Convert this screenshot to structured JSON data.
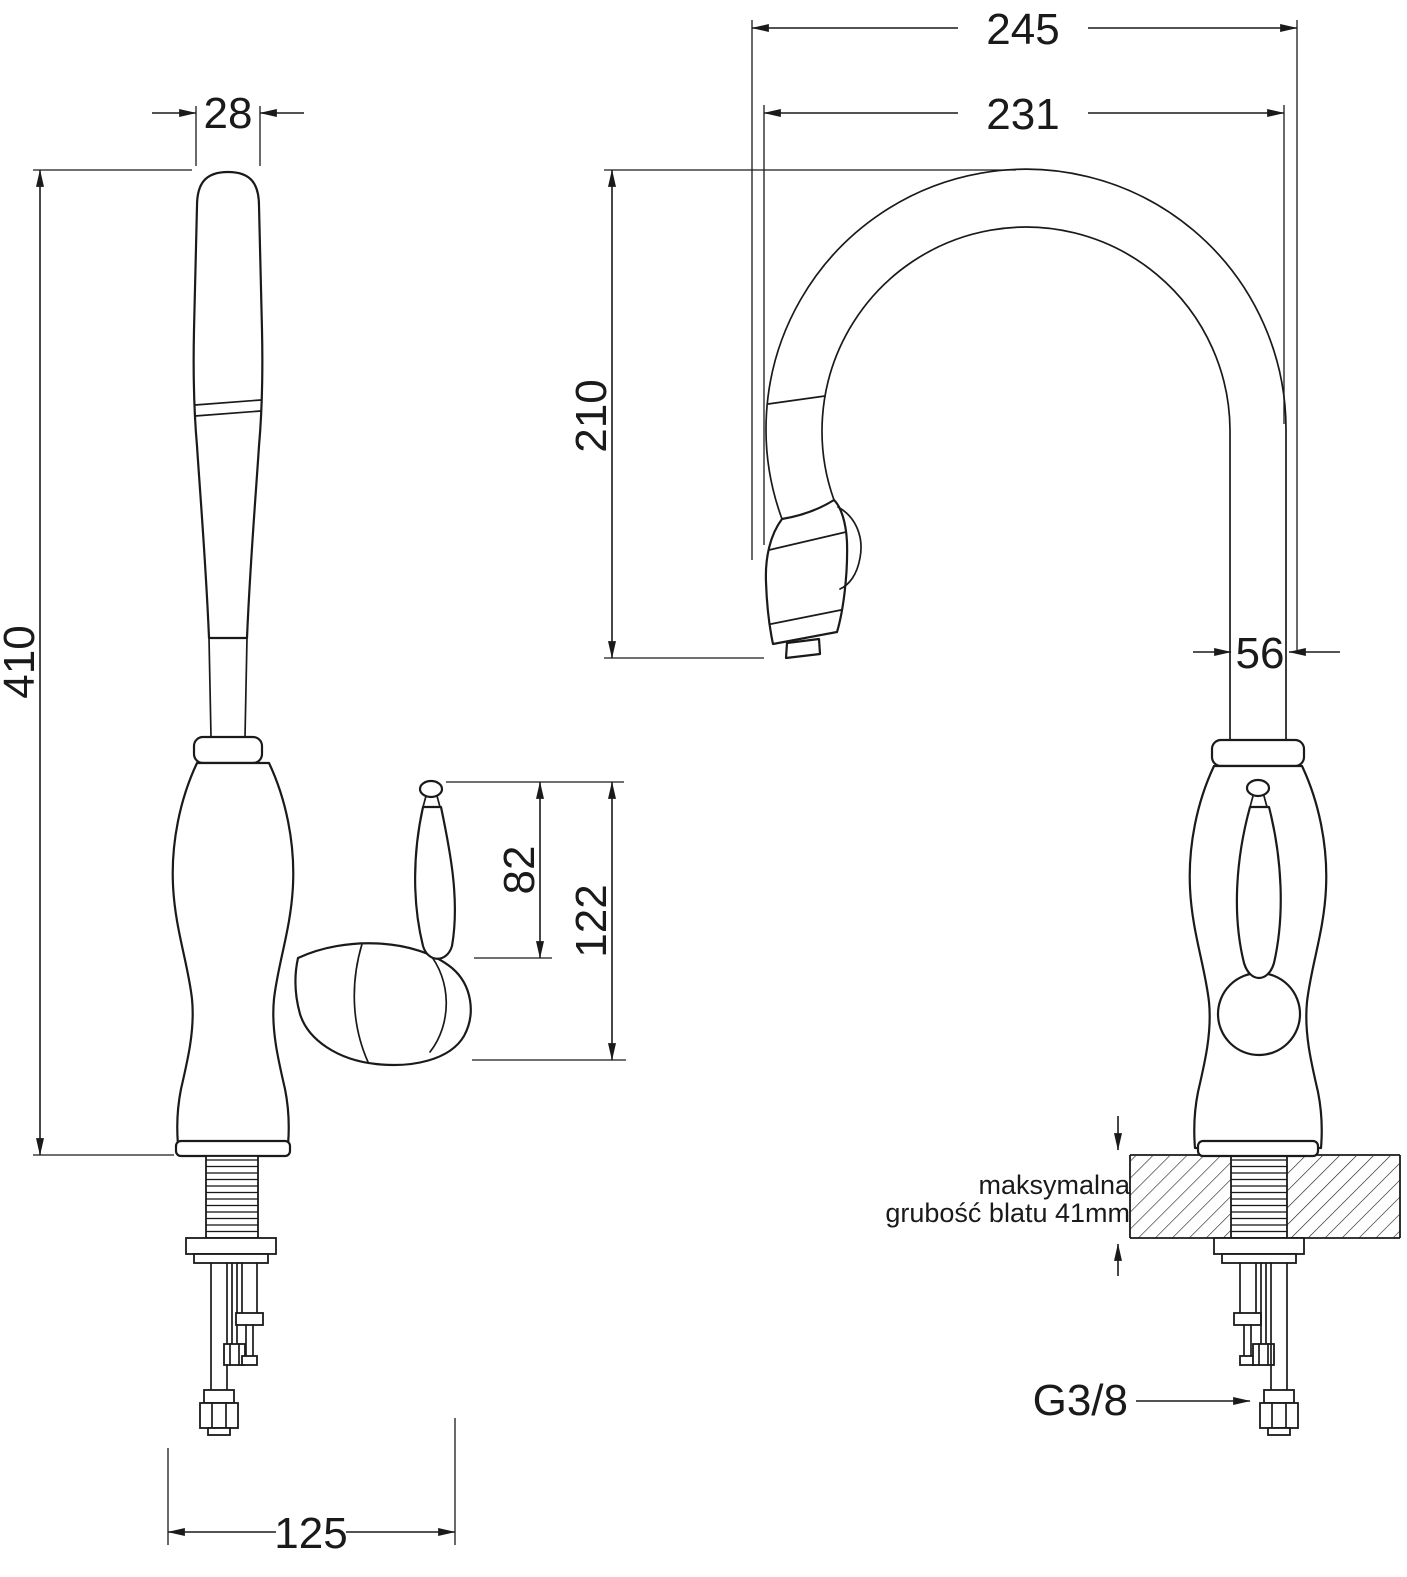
{
  "drawing": {
    "dims": {
      "spout_top_width": "28",
      "total_height": "410",
      "lever_height": "82",
      "handle_height": "122",
      "base_span": "125",
      "overall_reach": "245",
      "spout_reach": "231",
      "arc_height": "210",
      "pipe_width": "56"
    },
    "labels": {
      "thread_size": "G3/8",
      "counter_note_line1": "maksymalna",
      "counter_note_line2": "grubość blatu 41mm"
    },
    "colors": {
      "line": "#1a1a1a",
      "background": "#ffffff"
    }
  }
}
